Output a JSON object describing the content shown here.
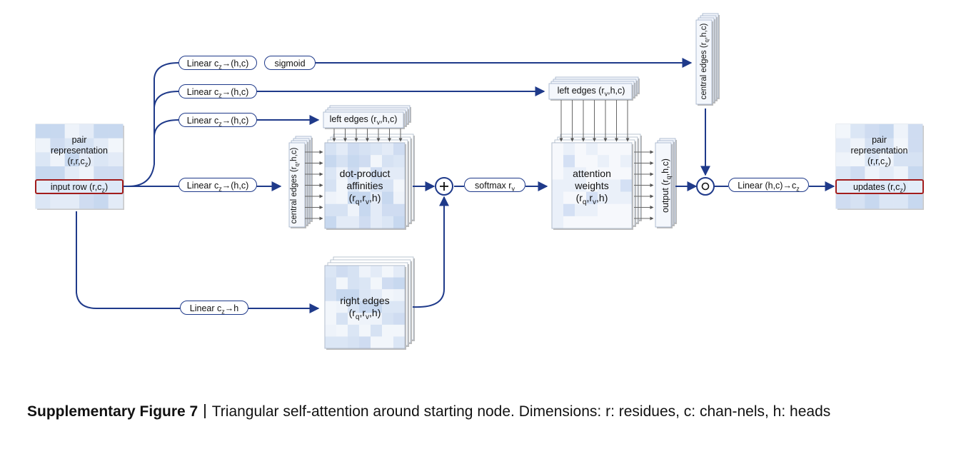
{
  "pair_in": {
    "title1": "pair",
    "title2": "representation",
    "dims": "(r,r,c",
    "dims_sub": "z",
    "dims_end": ")",
    "row": "input row (r,c",
    "row_sub": "z",
    "row_end": ")"
  },
  "pair_out": {
    "title1": "pair",
    "title2": "representation",
    "dims": "(r,r,c",
    "dims_sub": "z",
    "dims_end": ")",
    "row": "updates (r,c",
    "row_sub": "z",
    "row_end": ")"
  },
  "linear_pill": {
    "pre": "Linear c",
    "sub": "z",
    "post": "→(h,c)"
  },
  "linear_h_pill": {
    "pre": "Linear c",
    "sub": "z",
    "post": "→h"
  },
  "sigmoid": "sigmoid",
  "softmax": {
    "pre": "softmax r",
    "sub": "v"
  },
  "linear_out": {
    "pre": "Linear (h,c)→c",
    "sub": "z"
  },
  "left_edges": {
    "pre": "left edges (r",
    "sub": "v",
    "post": ",h,c)"
  },
  "central_edges": {
    "pre": "central edges (r",
    "sub": "q",
    "post": ",h,c)"
  },
  "output": {
    "pre": "output (r",
    "sub": "q",
    "post": ",h,c)"
  },
  "dot_product": {
    "line1": "dot-product",
    "line2": "affinities",
    "dims_a": "(r",
    "dims_b": "q",
    "dims_c": ",r",
    "dims_d": "v",
    "dims_e": ",h)"
  },
  "attention": {
    "line1": "attention",
    "line2": "weights",
    "dims_a": "(r",
    "dims_b": "q",
    "dims_c": ",r",
    "dims_d": "v",
    "dims_e": ",h)"
  },
  "right_edges": {
    "line1": "right edges",
    "dims_a": "(r",
    "dims_b": "q",
    "dims_c": ",r",
    "dims_d": "v",
    "dims_e": ",h)"
  },
  "plus_symbol": "+",
  "circle_symbol": "∘",
  "caption": {
    "label": "Supplementary Figure 7",
    "text": "Triangular self-attention around starting node. Dimensions: r: residues, c: chan-nels, h: heads"
  },
  "colors": {
    "arrow": "#1f3a8a",
    "highlight": "#a21c1c",
    "tile_light": "#e8eff9",
    "tile_dark": "#b9cfe9"
  }
}
